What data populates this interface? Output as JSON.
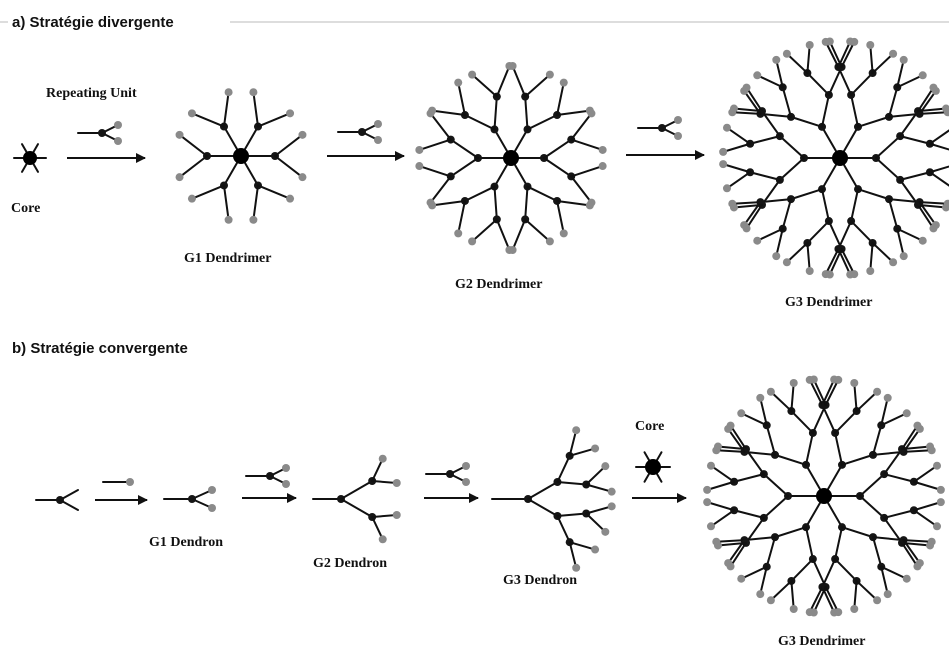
{
  "sections": {
    "divergent": {
      "title": "a) Stratégie divergente",
      "repeating_unit_label": "Repeating Unit",
      "core_label": "Core",
      "g1_label": "G1 Dendrimer",
      "g2_label": "G2 Dendrimer",
      "g3_label": "G3 Dendrimer"
    },
    "convergent": {
      "title": "b) Stratégie convergente",
      "g1_label": "G1 Dendron",
      "g2_label": "G2 Dendron",
      "g3_label": "G3 Dendron",
      "core_label": "Core",
      "g3_dendrimer_label": "G3 Dendrimer"
    }
  },
  "structure": {
    "core_branches": 6,
    "repeating_unit_branching": 2
  },
  "colors": {
    "bond": "#111111",
    "inner_node": "#151515",
    "end_group": "#8a8a8a",
    "core": "#000000"
  }
}
